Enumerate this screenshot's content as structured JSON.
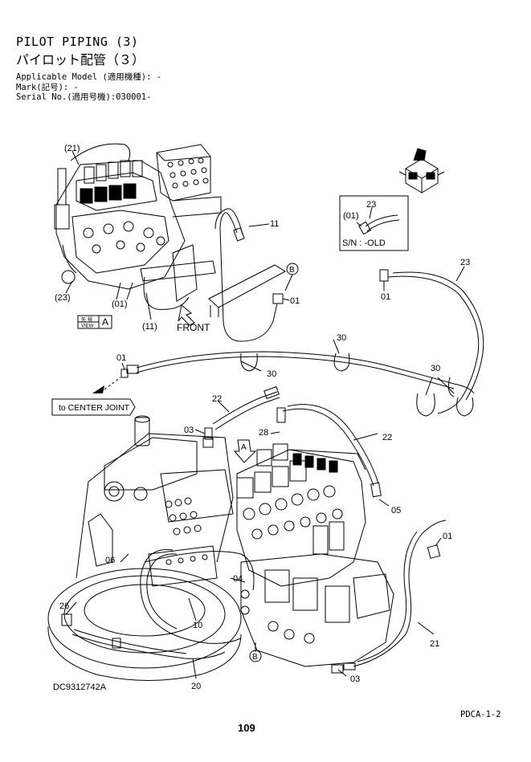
{
  "header": {
    "title_en": "PILOT PIPING (3)",
    "title_jp": "パイロット配管（３）",
    "applicable_model": "Applicable Model (適用機種): -",
    "mark": "Mark(記号): -",
    "serial_no": "Serial No.(適用号機):030001-"
  },
  "callouts": {
    "p21a": "(21)",
    "p23a": "(23)",
    "p01a": "(01)",
    "p11a": "(11)",
    "front": "FRONT",
    "view_jp": "矢 視",
    "view_en": "VIEW",
    "view_letter": "A",
    "p11": "11",
    "p01b": "01",
    "B_top": "B",
    "inset_01": "(01)",
    "inset_23": "23",
    "inset_sn": "S/N : -OLD",
    "p23": "23",
    "p01c": "01",
    "p30a": "30",
    "p30b": "30",
    "p30c": "30",
    "p01d": "01",
    "to_center": "to CENTER JOINT",
    "p22a": "22",
    "p03a": "03",
    "p28": "28",
    "p22b": "22",
    "A_arrow": "A",
    "p05": "05",
    "p01e": "01",
    "p06": "06",
    "p04": "04",
    "p26": "26",
    "p10": "10",
    "B_bottom": "B",
    "p21": "21",
    "p03b": "03",
    "p20": "20"
  },
  "footer": {
    "drawing_code": "DC9312742A",
    "page_number": "109",
    "doc_code": "PDCA-1-2"
  }
}
